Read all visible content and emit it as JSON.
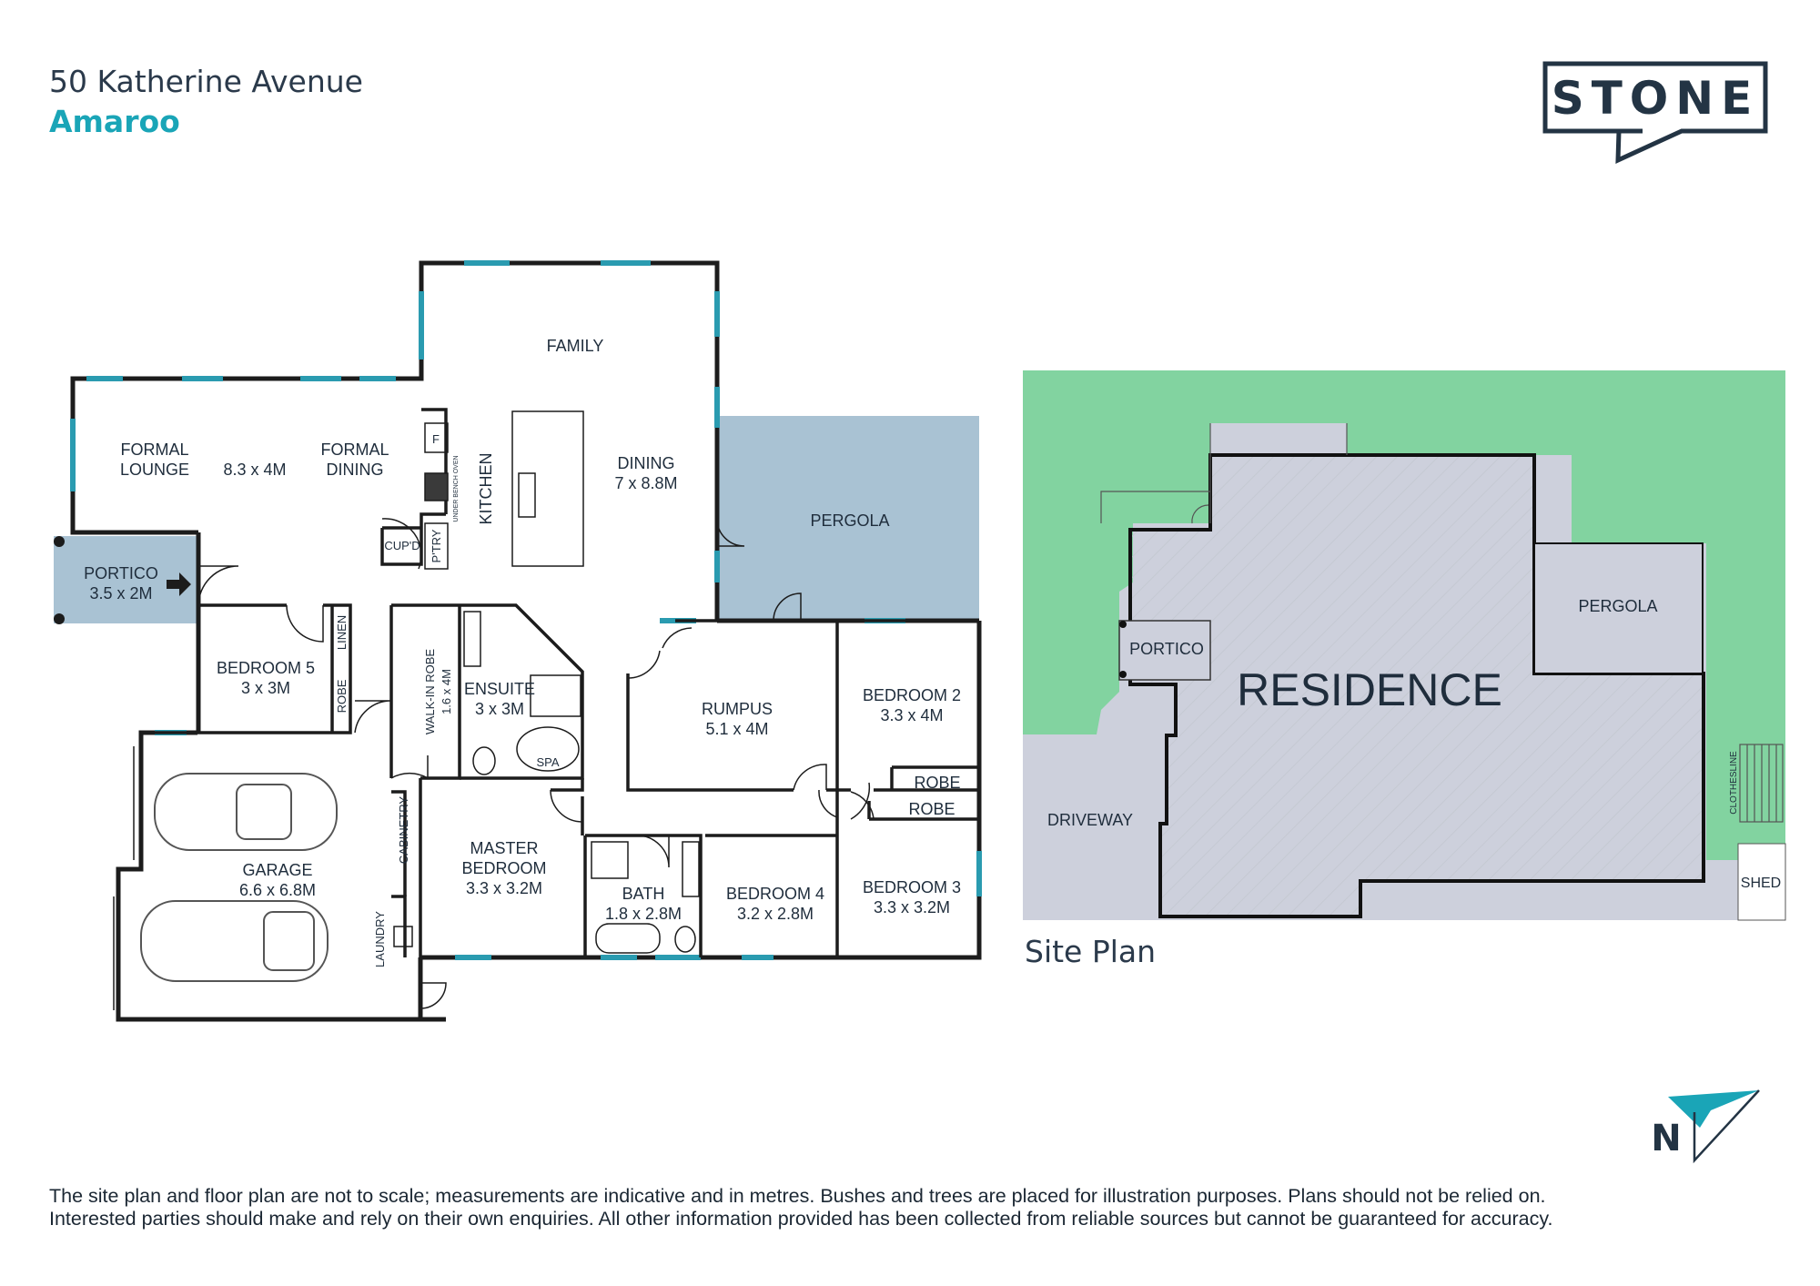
{
  "header": {
    "address": "50 Katherine Avenue",
    "suburb": "Amaroo"
  },
  "logo": {
    "text": "STONE"
  },
  "floor_plan": {
    "rooms": {
      "family": "FAMILY",
      "formal_lounge": [
        "FORMAL",
        "LOUNGE"
      ],
      "formal_lounge_size": "8.3 x 4M",
      "formal_dining": [
        "FORMAL",
        "DINING"
      ],
      "dining": [
        "DINING",
        "7 x 8.8M"
      ],
      "kitchen": "KITCHEN",
      "fridge": "F",
      "under_bench_oven": "UNDER BENCH OVEN",
      "cupd": "CUP'D",
      "ptry": "P'TRY",
      "pergola": "PERGOLA",
      "portico": [
        "PORTICO",
        "3.5 x 2M"
      ],
      "bedroom5": [
        "BEDROOM 5",
        "3 x 3M"
      ],
      "linen": "LINEN",
      "robe": "ROBE",
      "walk_in_robe": [
        "WALK-IN ROBE",
        "1.6 x 4M"
      ],
      "ensuite": [
        "ENSUITE",
        "3 x 3M"
      ],
      "spa": "SPA",
      "rumpus": [
        "RUMPUS",
        "5.1 x 4M"
      ],
      "bedroom2": [
        "BEDROOM 2",
        "3.3 x 4M"
      ],
      "robe2": "ROBE",
      "robe3": "ROBE",
      "garage": [
        "GARAGE",
        "6.6 x 6.8M"
      ],
      "cabinetry": "CABINETRY",
      "laundry": "LAUNDRY",
      "master_bedroom": [
        "MASTER",
        "BEDROOM",
        "3.3 x 3.2M"
      ],
      "bath": [
        "BATH",
        "1.8 x 2.8M"
      ],
      "bedroom4": [
        "BEDROOM 4",
        "3.2 x 2.8M"
      ],
      "bedroom3": [
        "BEDROOM 3",
        "3.3 x 3.2M"
      ]
    }
  },
  "site_plan": {
    "title": "Site Plan",
    "labels": {
      "residence": "RESIDENCE",
      "portico": "PORTICO",
      "pergola": "PERGOLA",
      "driveway": "DRIVEWAY",
      "clothesline": "CLOTHESLINE",
      "shed": "SHED"
    }
  },
  "compass": {
    "label": "N"
  },
  "disclaimer": [
    "The site plan and floor plan are not to scale; measurements are indicative and in metres. Bushes and trees are placed for illustration purposes. Plans should not be relied on.",
    "Interested parties should make and rely on their own enquiries. All other information provided has been collected from reliable sources but cannot be guaranteed for accuracy."
  ],
  "colors": {
    "wall": "#1c1c1c",
    "window": "#2a9bb0",
    "pergola_fill": "#a9c2d3",
    "grass": "#82d3a0",
    "paving": "#cdd0dc",
    "residence_hatch": "#c9cdd6",
    "brand_navy": "#233444",
    "brand_teal": "#1aa5b7"
  }
}
